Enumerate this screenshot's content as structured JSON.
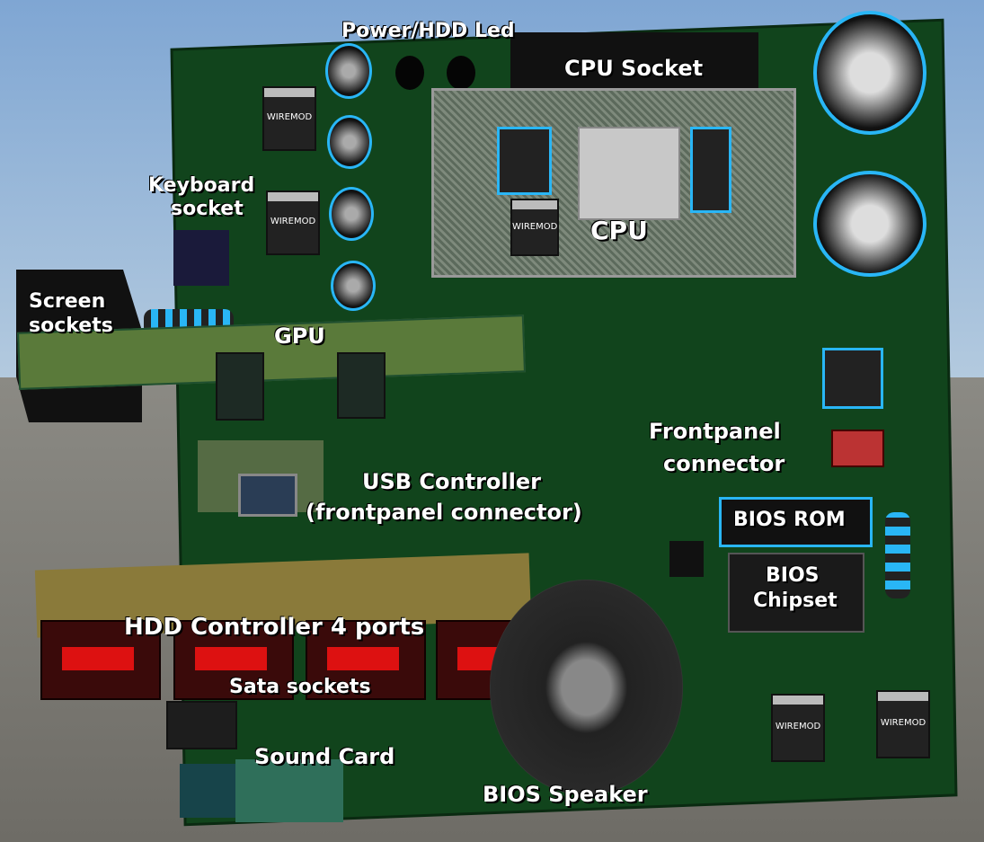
{
  "scene": "motherboard",
  "labels": {
    "power_hdd_led": "Power/HDD Led",
    "cpu_socket": "CPU Socket",
    "cpu": "CPU",
    "keyboard_socket_1": "Keyboard",
    "keyboard_socket_2": "socket",
    "screen_sockets_1": "Screen",
    "screen_sockets_2": "sockets",
    "gpu": "GPU",
    "frontpanel_1": "Frontpanel",
    "frontpanel_2": "connector",
    "usb_1": "USB Controller",
    "usb_2": "(frontpanel connector)",
    "bios_rom": "BIOS ROM",
    "bios_chipset_1": "BIOS",
    "bios_chipset_2": "Chipset",
    "hdd_controller": "HDD Controller 4 ports",
    "sata_sockets": "Sata sockets",
    "sound_card": "Sound Card",
    "bios_speaker": "BIOS Speaker"
  },
  "chip_brand": "WIREMOD",
  "accent_color": "#29b6f6",
  "board_color": "#11441c"
}
